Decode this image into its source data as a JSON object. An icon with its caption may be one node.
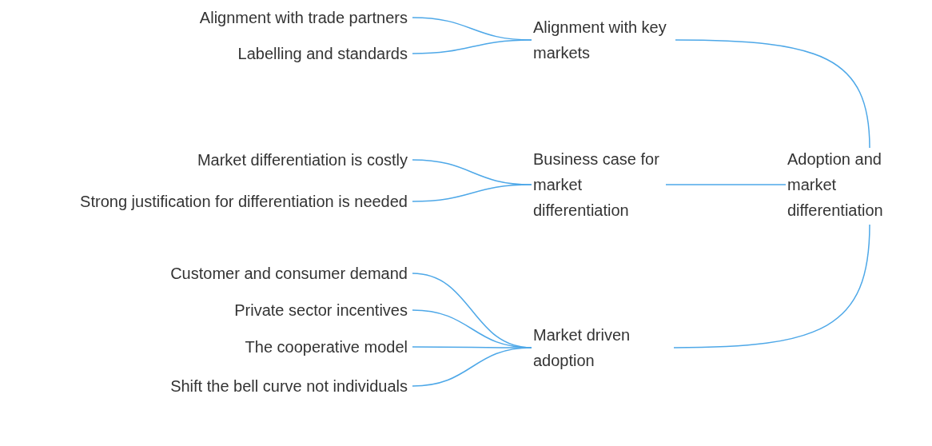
{
  "diagram": {
    "nodes": [
      {
        "text": [
          "Adoption and market differentiation"
        ]
      },
      {
        "text": [
          "Alignment with key markets"
        ]
      },
      {
        "text": [
          "Business case for market differentiation"
        ]
      },
      {
        "text": [
          "Market driven adoption"
        ]
      },
      {
        "text": [
          "Alignment with trade partners"
        ]
      },
      {
        "text": [
          "Labelling and standards"
        ]
      },
      {
        "text": [
          "Market differentiation is costly"
        ]
      },
      {
        "text": [
          "Strong justification for differentiation is needed"
        ]
      },
      {
        "text": [
          "Customer and consumer demand"
        ]
      },
      {
        "text": [
          "Private sector incentives"
        ]
      },
      {
        "text": [
          "The cooperative model"
        ]
      },
      {
        "text": [
          "Shift the bell curve not individuals"
        ]
      }
    ],
    "edges": [
      {
        "from": 0,
        "to": 1,
        "arrow": "none"
      },
      {
        "from": 0,
        "to": 2,
        "arrow": "none"
      },
      {
        "from": 0,
        "to": 3,
        "arrow": "none"
      },
      {
        "from": 1,
        "to": 4,
        "arrow": "none"
      },
      {
        "from": 1,
        "to": 5,
        "arrow": "none"
      },
      {
        "from": 2,
        "to": 6,
        "arrow": "none"
      },
      {
        "from": 2,
        "to": 7,
        "arrow": "none"
      },
      {
        "from": 3,
        "to": 8,
        "arrow": "none"
      },
      {
        "from": 3,
        "to": 9,
        "arrow": "none"
      },
      {
        "from": 3,
        "to": 10,
        "arrow": "none"
      },
      {
        "from": 3,
        "to": 11,
        "arrow": "none"
      }
    ]
  }
}
